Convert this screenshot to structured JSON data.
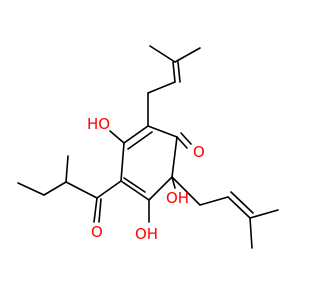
{
  "structure": {
    "atom_labels": {
      "oh_upper_left": "HO",
      "ketone_o_right": "O",
      "ketone_o_acyl": "O",
      "oh_lower_left": "OH",
      "oh_quaternary": "OH"
    },
    "colors": {
      "bond": "#000000",
      "heteroatom": "#ff0000"
    }
  }
}
